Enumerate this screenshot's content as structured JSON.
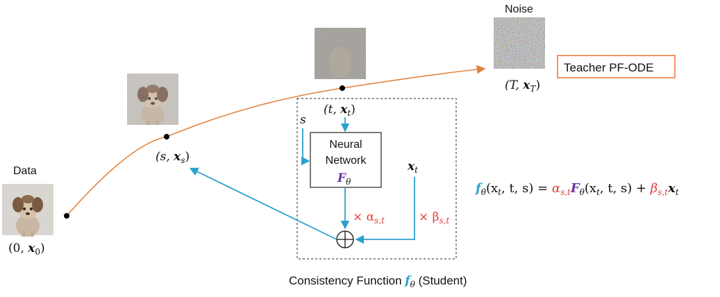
{
  "labels": {
    "noise": "Noise",
    "data": "Data",
    "teacher": "Teacher PF-ODE",
    "neural_line1": "Neural",
    "neural_line2": "Network",
    "consistency_text": "Consistency Function",
    "student_text": "(Student)"
  },
  "math": {
    "zero_x0_open": "(0, ",
    "zero_x0_x": "x",
    "zero_x0_sub": "0",
    "zero_x0_close": ")",
    "s_xs_open": "(s, ",
    "s_xs_x": "x",
    "s_xs_sub": "s",
    "s_xs_close": ")",
    "t_xt_open": "(t, ",
    "t_xt_x": "x",
    "t_xt_sub": "t",
    "t_xt_close": ")",
    "T_xT_open": "(T, ",
    "T_xT_x": "x",
    "T_xT_sub": "T",
    "T_xT_close": ")",
    "s_input": "s",
    "xt_input_x": "x",
    "xt_input_sub": "t",
    "F_theta": "F",
    "theta": "θ",
    "times_alpha": "× α",
    "alpha_sub": "s,t",
    "times_beta": "× β",
    "beta_sub": "s,t",
    "f_theta": "f",
    "plus_circle": "⊕"
  },
  "formula": {
    "f": "f",
    "theta": "θ",
    "args": "(x",
    "args_sub": "t",
    "args_rest": ", t, s) = ",
    "alpha": "α",
    "alpha_sub": "s,t",
    "F": "F",
    "F_theta": "θ",
    "F_args": "(x",
    "F_args_sub": "t",
    "F_args_rest": ", t, s) + ",
    "beta": "β",
    "beta_sub": "s,t",
    "x_last": "x",
    "x_last_sub": "t"
  },
  "colors": {
    "teacher_orange": "#ec7b3b",
    "student_cyan": "#2aa0cf",
    "alpha_red": "#e03a3a",
    "F_purple": "#7030a0"
  },
  "icons": {
    "data_image": "dog-photo-icon",
    "noisy_s_image": "noisy-dog-icon",
    "noisy_t_image": "very-noisy-dog-icon",
    "noise_image": "pure-noise-icon"
  }
}
